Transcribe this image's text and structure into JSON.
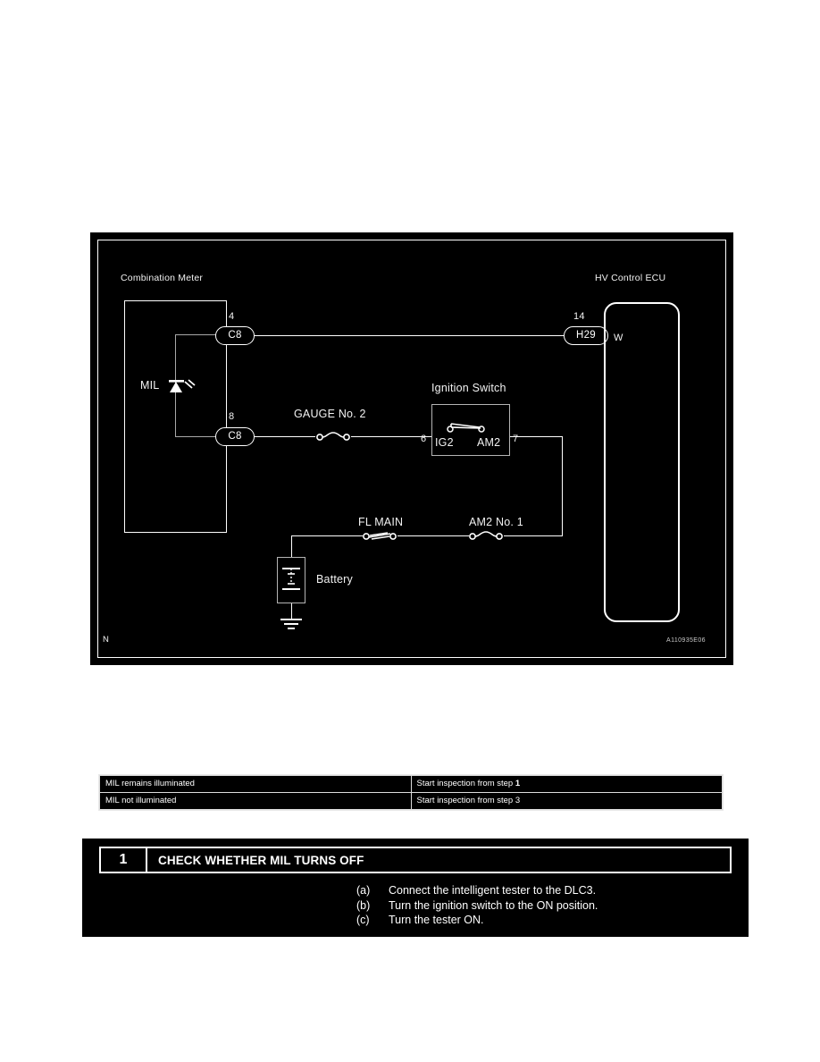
{
  "diagram": {
    "figure_code": "A110935E06",
    "corner_mark": "N",
    "blocks": {
      "combination_meter": "Combination Meter",
      "hv_control_ecu": "HV Control ECU",
      "ignition_switch": "Ignition Switch",
      "battery": "Battery"
    },
    "components": {
      "mil": "MIL",
      "gauge_fuse": "GAUGE No. 2",
      "fl_main_fuse": "FL MAIN",
      "am2_fuse": "AM2 No. 1"
    },
    "connectors": [
      {
        "pin": "4",
        "name": "C8"
      },
      {
        "pin": "8",
        "name": "C8"
      },
      {
        "pin": "14",
        "name": "H29"
      }
    ],
    "wire_color": "W",
    "ignition_pins": {
      "left_pin": "6",
      "left_terminal": "IG2",
      "right_terminal": "AM2",
      "right_pin": "7"
    }
  },
  "result_table": {
    "rows": [
      {
        "condition": "MIL remains illuminated",
        "action": "Start inspection from step ",
        "step": "1"
      },
      {
        "condition": "MIL not illuminated",
        "action": "Start inspection from step ",
        "step": "3"
      }
    ]
  },
  "step": {
    "number": "1",
    "title": "CHECK WHETHER MIL TURNS OFF",
    "instructions": [
      {
        "marker": "(a)",
        "text": "Connect the intelligent tester to the DLC3."
      },
      {
        "marker": "(b)",
        "text": "Turn the ignition switch to the ON position."
      },
      {
        "marker": "(c)",
        "text": "Turn the tester ON."
      }
    ]
  }
}
